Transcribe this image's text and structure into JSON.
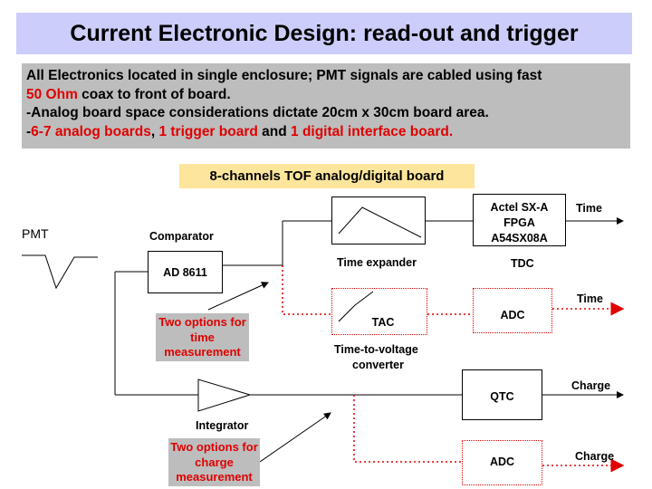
{
  "title": "Current Electronic Design: read-out and trigger",
  "intro": {
    "line1": "All Electronics located in single enclosure; PMT signals are cabled using fast",
    "line2_red": "50 Ohm",
    "line2_rest": " coax to front of board.",
    "line3": "-Analog board space considerations dictate 20cm x 30cm board area.",
    "line4_dash": "-",
    "line4_red1": "6-7 analog boards",
    "line4_sep1": ", ",
    "line4_red2": "1 trigger board",
    "line4_sep2": " and ",
    "line4_red3": "1 digital interface board."
  },
  "board_label": "8-channels TOF analog/digital board",
  "diagram": {
    "pmt": "PMT",
    "comparator": "Comparator",
    "ad8611": "AD 8611",
    "time_expander": "Time expander",
    "fpga_line1": "Actel SX-A",
    "fpga_line2": "FPGA",
    "fpga_line3": "A54SX08A",
    "tdc": "TDC",
    "time_out": "Time",
    "tac": "TAC",
    "ttv_line1": "Time-to-voltage",
    "ttv_line2": "converter",
    "adc_time": "ADC",
    "time_out2": "Time",
    "integrator": "Integrator",
    "qtc": "QTC",
    "charge_out": "Charge",
    "adc_charge": "ADC",
    "charge_out2": "Charge",
    "opt_time": "Two options for time measurement",
    "opt_charge": "Two options for charge measurement"
  },
  "colors": {
    "title_bg": "#cccdfa",
    "intro_bg": "#bdbdbd",
    "highlight": "#e00000",
    "board_label_bg": "#fde69c"
  }
}
